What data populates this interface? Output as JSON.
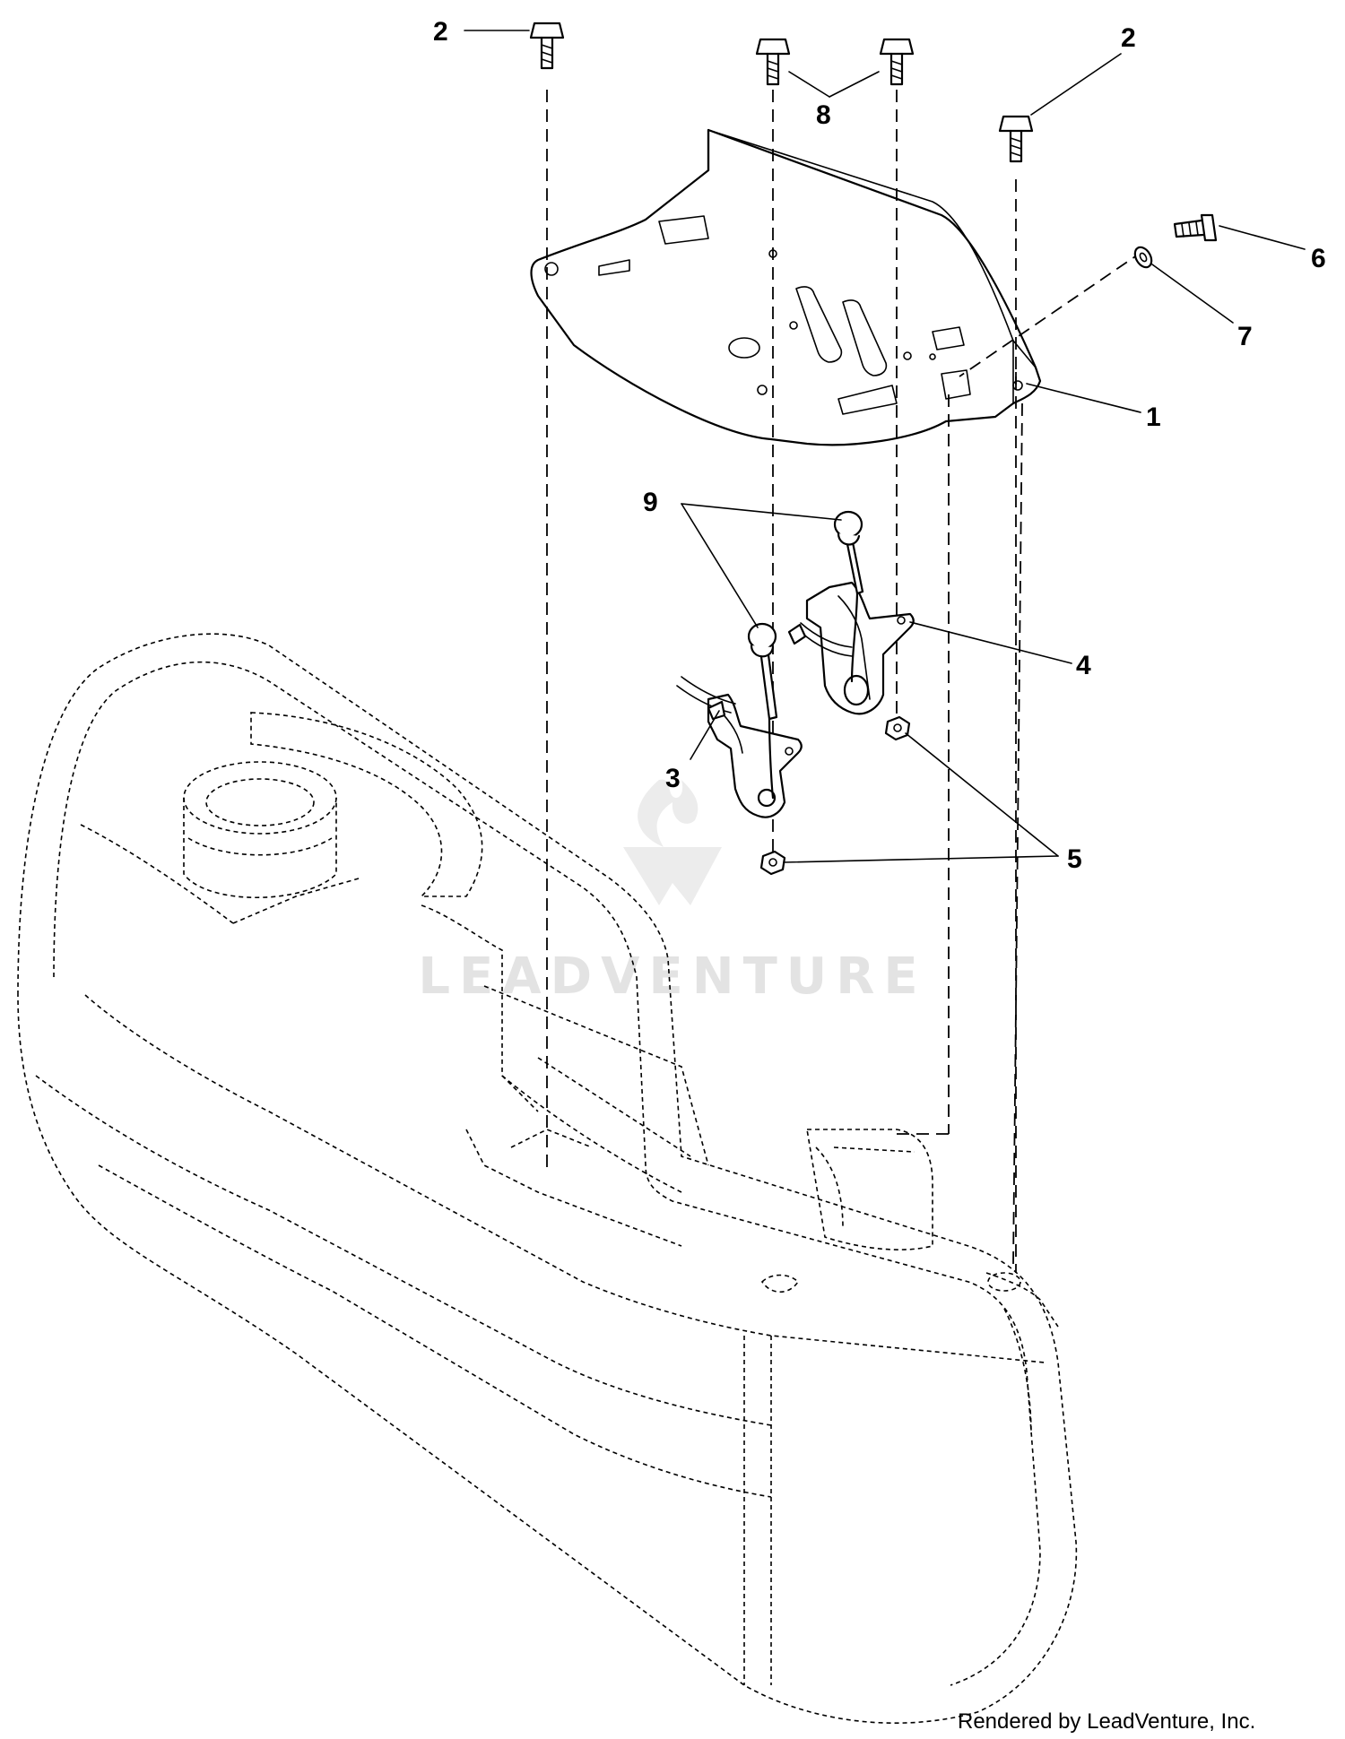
{
  "callouts": [
    {
      "id": "2a",
      "text": "2"
    },
    {
      "id": "8",
      "text": "8"
    },
    {
      "id": "2b",
      "text": "2"
    },
    {
      "id": "6",
      "text": "6"
    },
    {
      "id": "7",
      "text": "7"
    },
    {
      "id": "1",
      "text": "1"
    },
    {
      "id": "9",
      "text": "9"
    },
    {
      "id": "4",
      "text": "4"
    },
    {
      "id": "3",
      "text": "3"
    },
    {
      "id": "5",
      "text": "5"
    }
  ],
  "watermark": {
    "text": "LEADVENTURE"
  },
  "footer": {
    "credit": "Rendered by LeadVenture, Inc."
  }
}
